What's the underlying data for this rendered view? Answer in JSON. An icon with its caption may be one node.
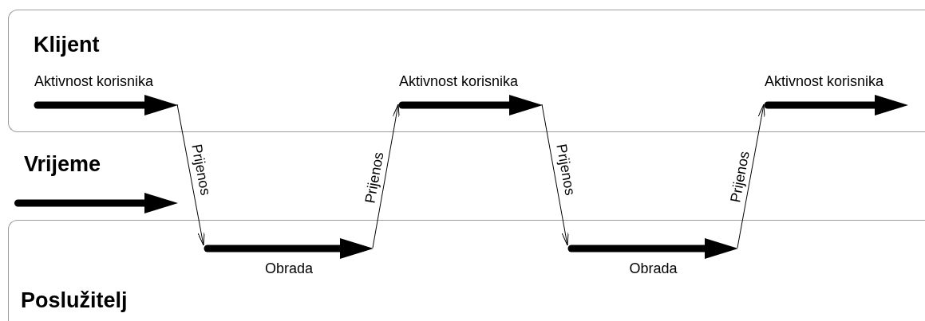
{
  "diagram": {
    "nodes": [
      {
        "text": [
          "Klijent"
        ]
      },
      {
        "text": [
          "Poslužitelj"
        ]
      },
      {
        "text": [
          "Aktivnost korisnika"
        ],
        "in": 0
      },
      {
        "text": [
          "Aktivnost korisnika"
        ],
        "in": 0
      },
      {
        "text": [
          "Aktivnost korisnika"
        ],
        "in": 0
      },
      {
        "text": [
          "Obrada"
        ],
        "in": 1
      },
      {
        "text": [
          "Obrada"
        ],
        "in": 1
      }
    ],
    "edges": [
      {
        "from": 2,
        "to": 5,
        "arrow": "to",
        "label": "Prijenos"
      },
      {
        "from": 5,
        "to": 3,
        "arrow": "to",
        "label": "Prijenos"
      },
      {
        "from": 3,
        "to": 6,
        "arrow": "to",
        "label": "Prijenos"
      },
      {
        "from": 6,
        "to": 4,
        "arrow": "to",
        "label": "Prijenos"
      }
    ],
    "labels": [
      "Vrijeme"
    ]
  }
}
